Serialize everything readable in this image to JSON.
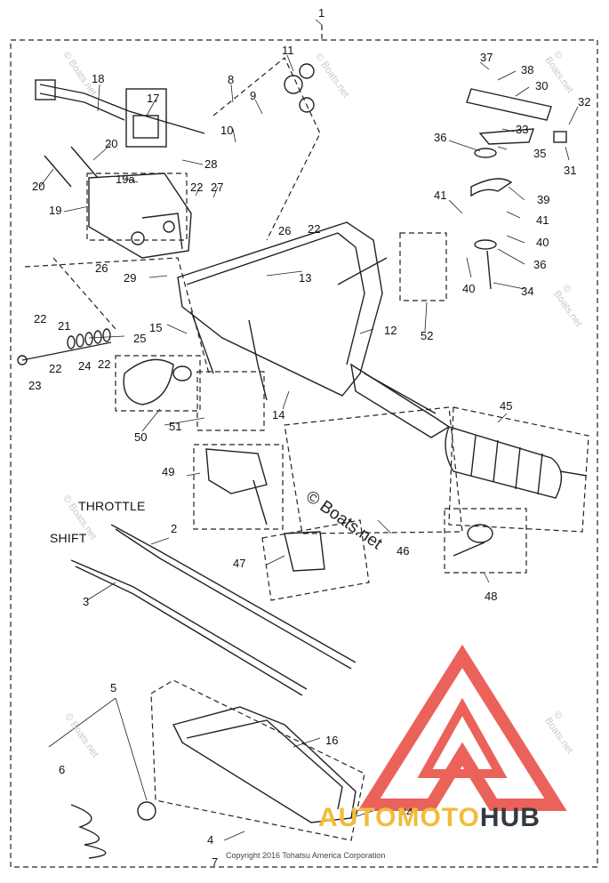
{
  "callouts": [
    "1",
    "2",
    "3",
    "4",
    "5",
    "6",
    "7",
    "8",
    "9",
    "10",
    "11",
    "12",
    "13",
    "14",
    "15",
    "16",
    "17",
    "18",
    "19",
    "19a",
    "20",
    "20",
    "21",
    "22",
    "22",
    "22",
    "22",
    "22",
    "23",
    "24",
    "25",
    "26",
    "26",
    "27",
    "28",
    "29",
    "30",
    "31",
    "32",
    "33",
    "34",
    "35",
    "36",
    "36",
    "37",
    "38",
    "39",
    "40",
    "40",
    "41",
    "41",
    "44",
    "45",
    "46",
    "47",
    "48",
    "49",
    "50",
    "51",
    "52"
  ],
  "words": {
    "throttle": "THROTTLE",
    "shift": "SHIFT"
  },
  "copyright": "Copyright 2016 Tohatsu America Corporation",
  "watermark": "© Boats.net",
  "center_watermark": "© Boats.net",
  "brand": {
    "part1": "AUTO",
    "part2": "MOTO",
    "part3": "HUB"
  },
  "colors": {
    "line": "#222222",
    "brand_yellow": "#f2bc3a",
    "brand_dark": "#333a41",
    "logo_red": "#e8473f"
  }
}
